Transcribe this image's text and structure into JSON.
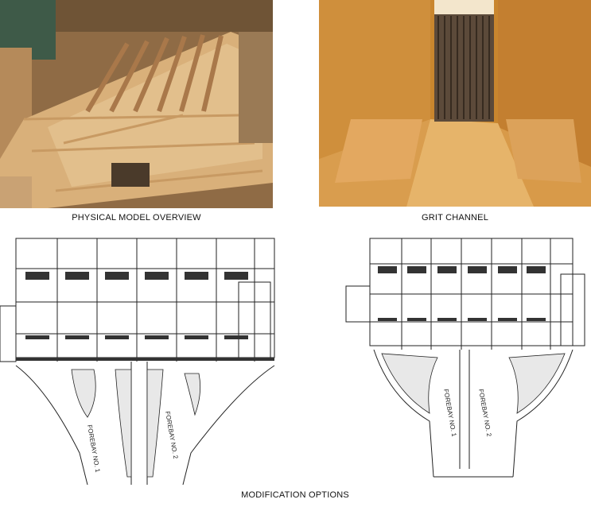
{
  "captions": {
    "model": "PHYSICAL MODEL OVERVIEW",
    "grit": "GRIT CHANNEL",
    "options": "MODIFICATION OPTIONS"
  },
  "drawing_labels": {
    "forebay1": "FOREBAY NO. 1",
    "forebay2": "FOREBAY NO. 2"
  },
  "colors": {
    "plywood": "#d9b07a",
    "plywood_dark": "#a9784a",
    "channel_orange": "#d7953d",
    "line": "#222222"
  }
}
